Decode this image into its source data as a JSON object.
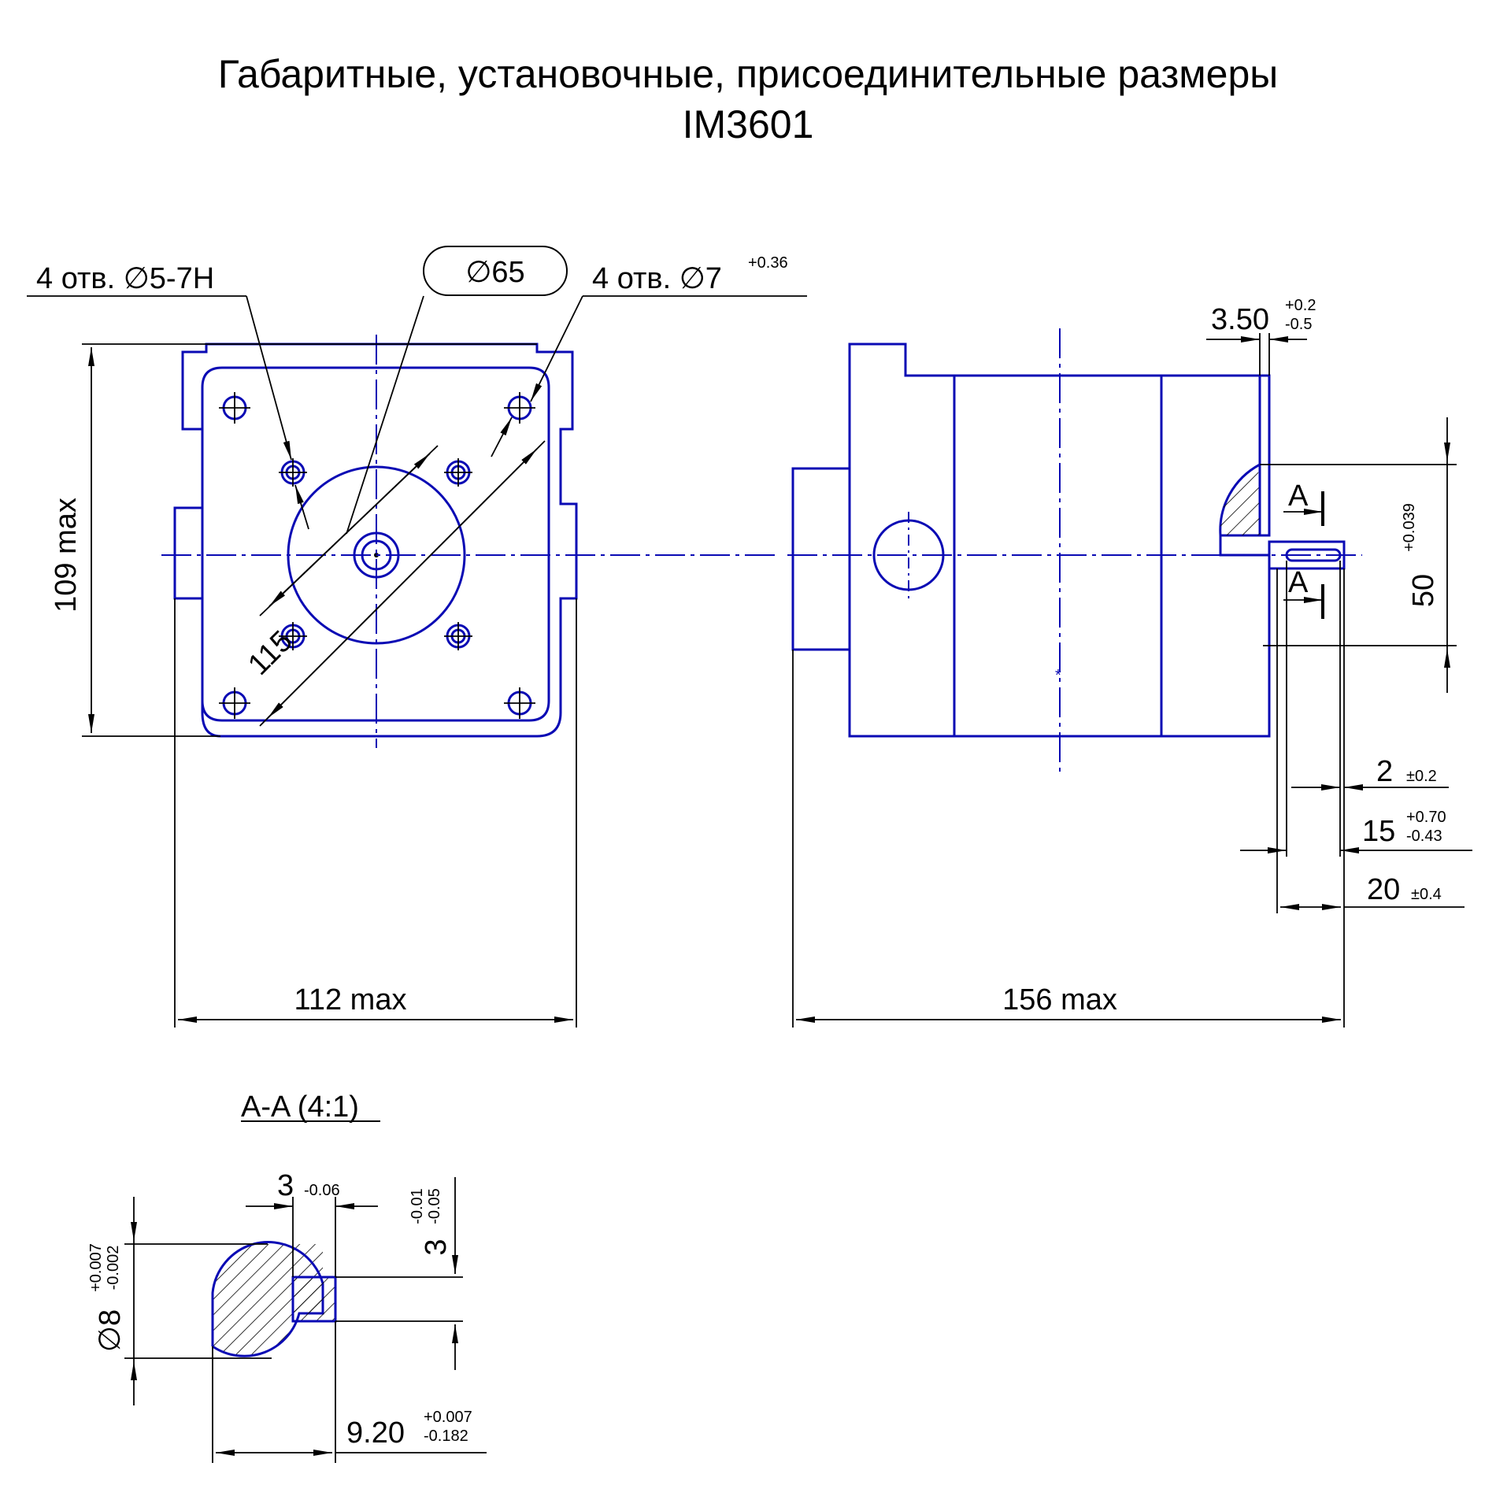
{
  "title": {
    "line1": "Габаритные, установочные, присоединительные размеры",
    "line2": "IM3601"
  },
  "front_view": {
    "holes_small_label": "4 отв. ∅5-7H",
    "pilot_label": "∅65",
    "holes_large_label": "4 отв. ∅7",
    "holes_large_tol": "+0.36",
    "height_label": "109 max",
    "width_label": "112 max",
    "diagonal_label": "115"
  },
  "side_view": {
    "length_label": "156 max",
    "flange_label": "3.50",
    "flange_tol_upper": "+0.2",
    "flange_tol_lower": "-0.5",
    "center_height_label": "50",
    "center_height_tol": "+0.039",
    "key_end_label": "2",
    "key_end_tol": "±0.2",
    "key_len_label": "15",
    "key_len_tol_upper": "+0.70",
    "key_len_tol_lower": "-0.43",
    "shaft_len_label": "20",
    "shaft_len_tol": "±0.4",
    "section_mark": "A"
  },
  "section": {
    "title": "A-A (4:1)",
    "key_width_label": "3",
    "key_width_tol": "-0.06",
    "key_depth_label": "3",
    "key_depth_tol_upper": "-0.01",
    "key_depth_tol_lower": "-0.05",
    "diameter_label": "∅8",
    "diameter_tol_upper": "+0.007",
    "diameter_tol_lower": "-0.002",
    "flat_label": "9.20",
    "flat_tol_upper": "+0.007",
    "flat_tol_lower": "-0.182"
  }
}
